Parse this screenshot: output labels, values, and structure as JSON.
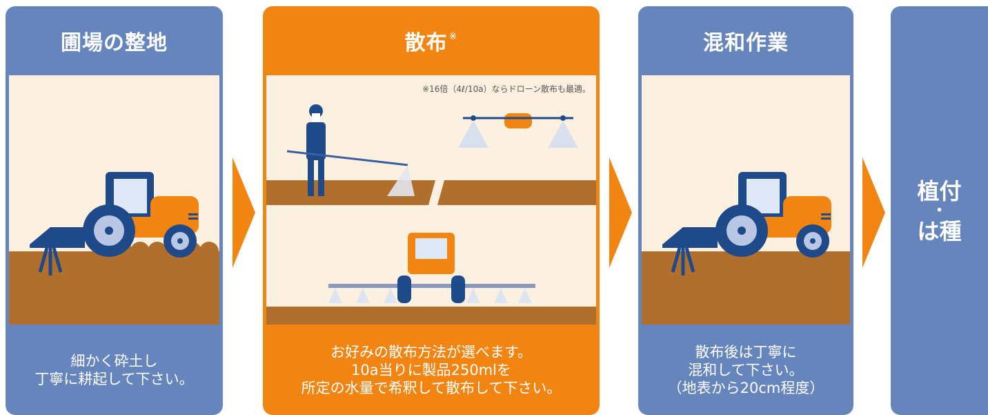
{
  "steps": [
    {
      "title": "圃場の整地",
      "desc": [
        "細かく砕土し",
        "丁寧に耕起して下さい。"
      ]
    },
    {
      "title": "散布",
      "title_mark": "※",
      "note": "※16倍（4ℓ/10a）ならドローン散布も最適。",
      "desc": [
        "お好みの散布方法が選べます。",
        "10a当りに製品250mlを",
        "所定の水量で希釈して散布して下さい。"
      ]
    },
    {
      "title": "混和作業",
      "desc": [
        "散布後は丁寧に",
        "混和して下さい。",
        "（地表から20cm程度）"
      ]
    },
    {
      "title_lines": [
        "植付",
        "・",
        "は種"
      ]
    }
  ],
  "colors": {
    "card_blue": "#6685bd",
    "card_orange": "#f28512",
    "arrow_orange": "#f28512",
    "soil": "#b06f2c",
    "sky": "#fcf0e0"
  }
}
